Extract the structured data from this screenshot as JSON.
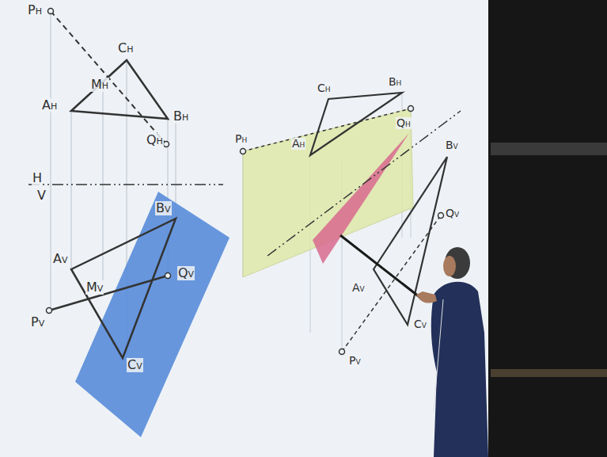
{
  "diagram": {
    "labels": [
      "PH",
      "CH",
      "MH",
      "AH",
      "BH",
      "QH",
      "H",
      "V",
      "AV",
      "BV",
      "MV",
      "QV",
      "PV",
      "CV",
      "PH",
      "CH",
      "BH",
      "QH",
      "AH",
      "BV",
      "QV",
      "AV",
      "CV",
      "PV"
    ]
  }
}
